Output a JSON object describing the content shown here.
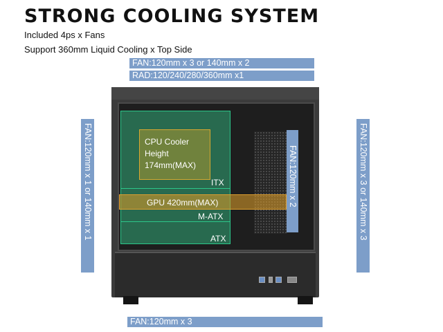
{
  "header": {
    "title": "STRONG COOLING SYSTEM",
    "line1": "Included 4ps x  Fans",
    "line2": "Support 360mm Liquid Cooling x Top Side"
  },
  "top_bands": {
    "fan": "FAN:120mm x 3 or 140mm x 2",
    "rad": "RAD:120/240/280/360mm x1"
  },
  "left_band": "FAN:120mm x 1 or 140mm x 1",
  "right_band": "FAN:120mm x 3 or 140mm x 3",
  "inner_band": "FAN:120mm x 2",
  "bottom_band": "FAN:120mm x 3",
  "overlay": {
    "cpu_line1": "CPU Cooler",
    "cpu_line2": "Height",
    "cpu_line3": "174mm(MAX)",
    "gpu": "GPU 420mm(MAX)",
    "itx": "ITX",
    "matx": "M-ATX",
    "atx": "ATX"
  },
  "colors": {
    "band": "#7d9ec9",
    "motherboard_zone": "#2cc78a",
    "highlight": "#d8a830"
  }
}
